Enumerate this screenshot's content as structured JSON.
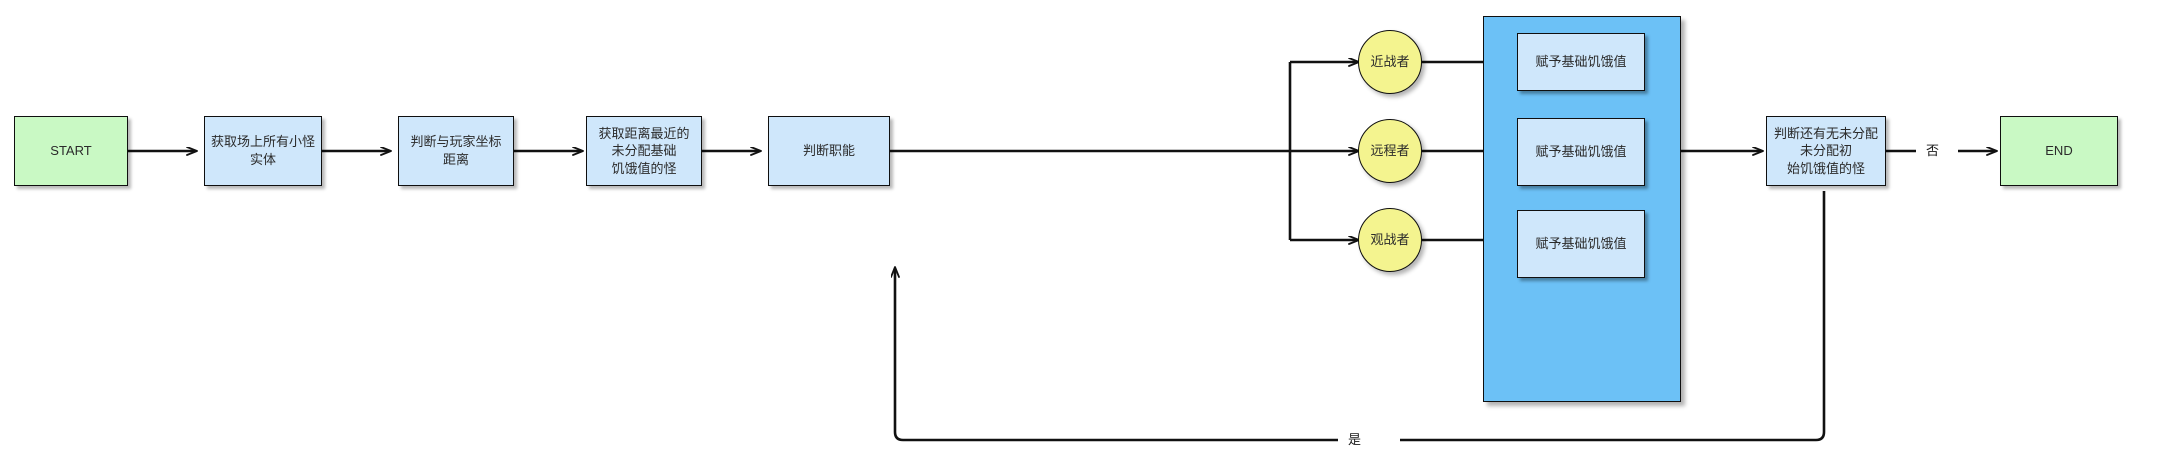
{
  "diagram": {
    "title": "monster-hunger-assignment-flowchart",
    "colors": {
      "start_end_fill": "#c9f9c4",
      "process_fill": "#cfe7fb",
      "decision_circle_fill": "#f4f48f",
      "group_container_fill": "#6cc1f6",
      "stroke": "#0f0f0f",
      "text": "#2b2b2b",
      "background": "#ffffff"
    },
    "nodes": {
      "start": {
        "label": "START",
        "shape": "rectangle",
        "type": "terminator"
      },
      "get_all_monsters": {
        "label": "获取场上所有小怪实体",
        "shape": "rectangle",
        "type": "process"
      },
      "check_player_distance": {
        "label": "判断与玩家坐标距离",
        "shape": "rectangle",
        "type": "process"
      },
      "get_nearest_unassigned": {
        "label_line1": "获取距离最近的未分配基础",
        "label_line2": "饥饿值的怪",
        "shape": "rectangle",
        "type": "process"
      },
      "check_role": {
        "label": "判断职能",
        "shape": "rectangle",
        "type": "process"
      },
      "role_melee": {
        "label": "近战者",
        "shape": "circle",
        "type": "branch"
      },
      "role_ranged": {
        "label": "远程者",
        "shape": "circle",
        "type": "branch"
      },
      "role_spectator": {
        "label": "观战者",
        "shape": "circle",
        "type": "branch"
      },
      "assign_base_hunger_melee": {
        "label": "赋予基础饥饿值",
        "shape": "rectangle",
        "type": "subprocess"
      },
      "assign_base_hunger_ranged": {
        "label": "赋予基础饥饿值",
        "shape": "rectangle",
        "type": "subprocess"
      },
      "assign_base_hunger_spectator": {
        "label": "赋予基础饥饿值",
        "shape": "rectangle",
        "type": "subprocess"
      },
      "check_remaining": {
        "label_line1": "判断还有无未分配未分配初",
        "label_line2": "始饥饿值的怪",
        "shape": "rectangle",
        "type": "decision"
      },
      "end": {
        "label": "END",
        "shape": "rectangle",
        "type": "terminator"
      }
    },
    "edge_labels": {
      "no_branch": "否",
      "yes_branch": "是"
    }
  }
}
